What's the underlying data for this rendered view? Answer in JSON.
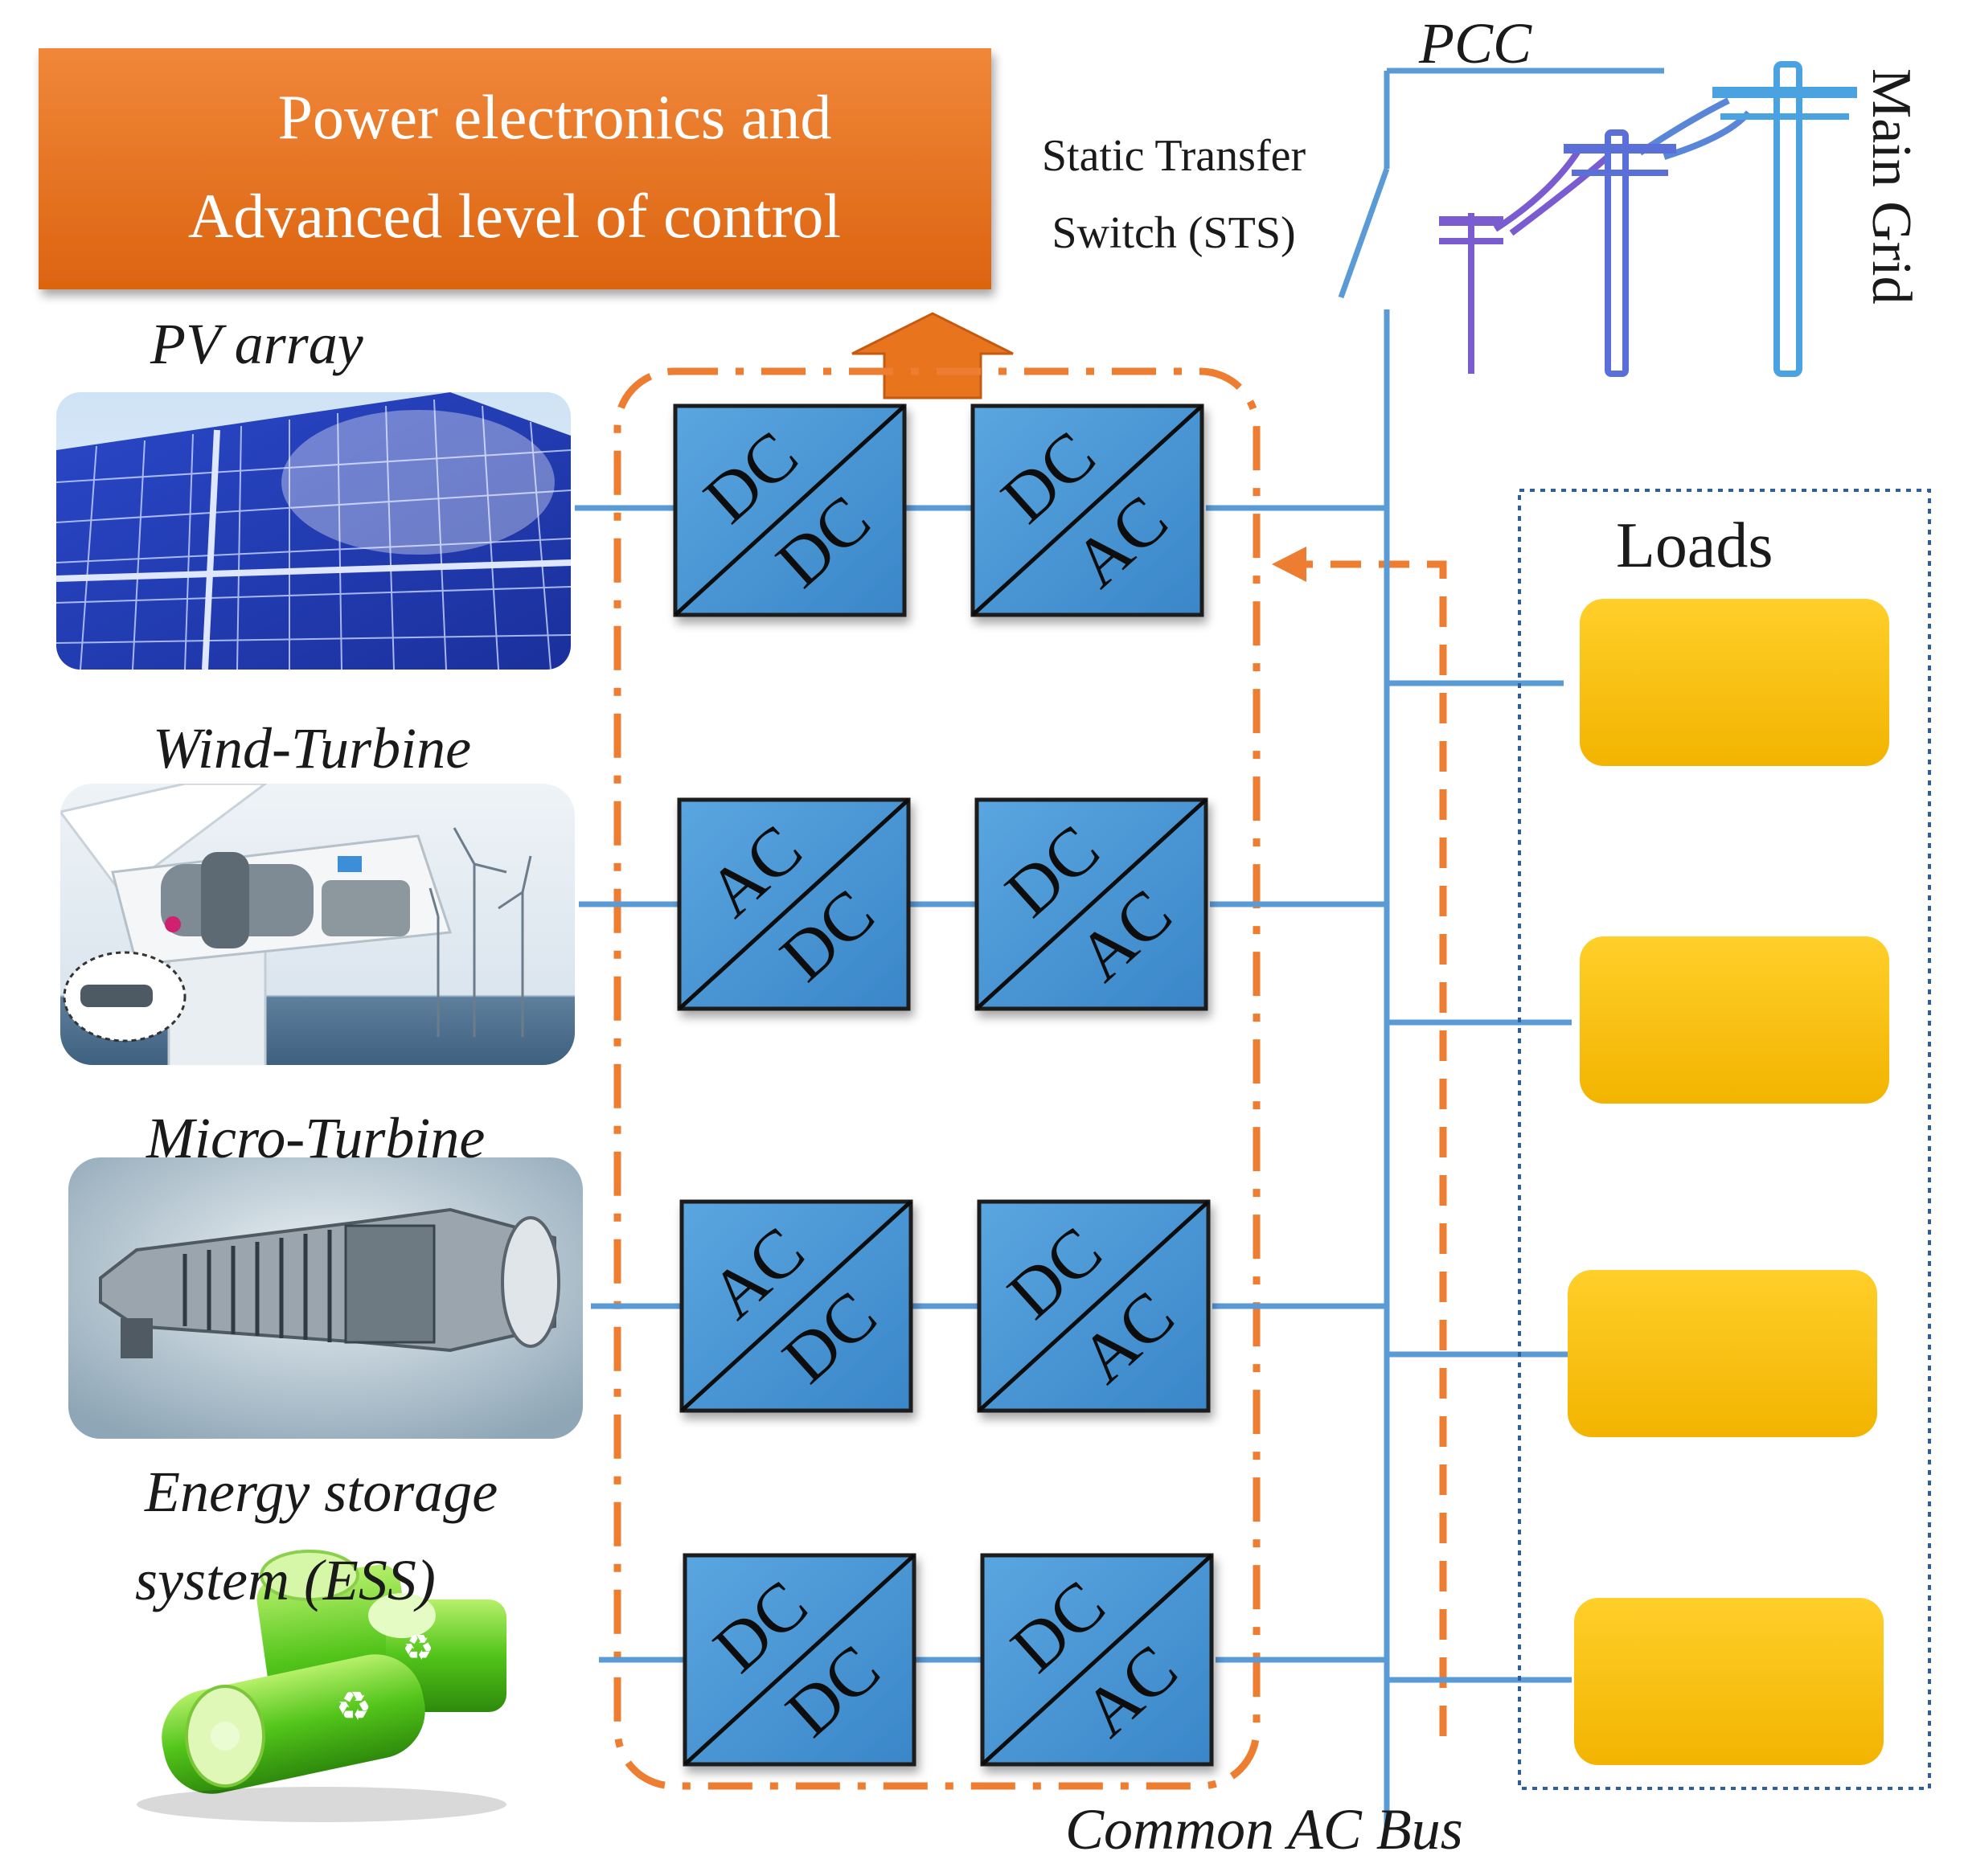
{
  "header": {
    "control_line1": "Power electronics and",
    "control_line2": "Advanced level of control"
  },
  "sources": [
    {
      "label": "PV array",
      "image": "pv-panel-photo",
      "conv1": [
        "DC",
        "DC"
      ],
      "conv2": [
        "DC",
        "AC"
      ]
    },
    {
      "label": "Wind-Turbine",
      "image": "wind-turbine-photo",
      "conv1": [
        "AC",
        "DC"
      ],
      "conv2": [
        "DC",
        "AC"
      ]
    },
    {
      "label": "Micro-Turbine",
      "image": "micro-turbine-photo",
      "conv1": [
        "AC",
        "DC"
      ],
      "conv2": [
        "DC",
        "AC"
      ]
    },
    {
      "label_line1": "Energy storage",
      "label_line2": "system (ESS)",
      "image": "battery-photo",
      "conv1": [
        "DC",
        "DC"
      ],
      "conv2": [
        "DC",
        "AC"
      ]
    }
  ],
  "grid": {
    "pcc": "PCC",
    "sts_line1": "Static Transfer",
    "sts_line2": "Switch (STS)",
    "main_grid": "Main Grid",
    "bus": "Common AC Bus"
  },
  "loads": {
    "title": "Loads",
    "count": 4
  },
  "colors": {
    "orange_banner": "#e8741e",
    "orange_dash": "#ed7d31",
    "converter_fill": "#4a97d4",
    "bus_line": "#5b9bd5",
    "load_fill": "#ffc000",
    "loads_border": "#2e5f9a"
  }
}
